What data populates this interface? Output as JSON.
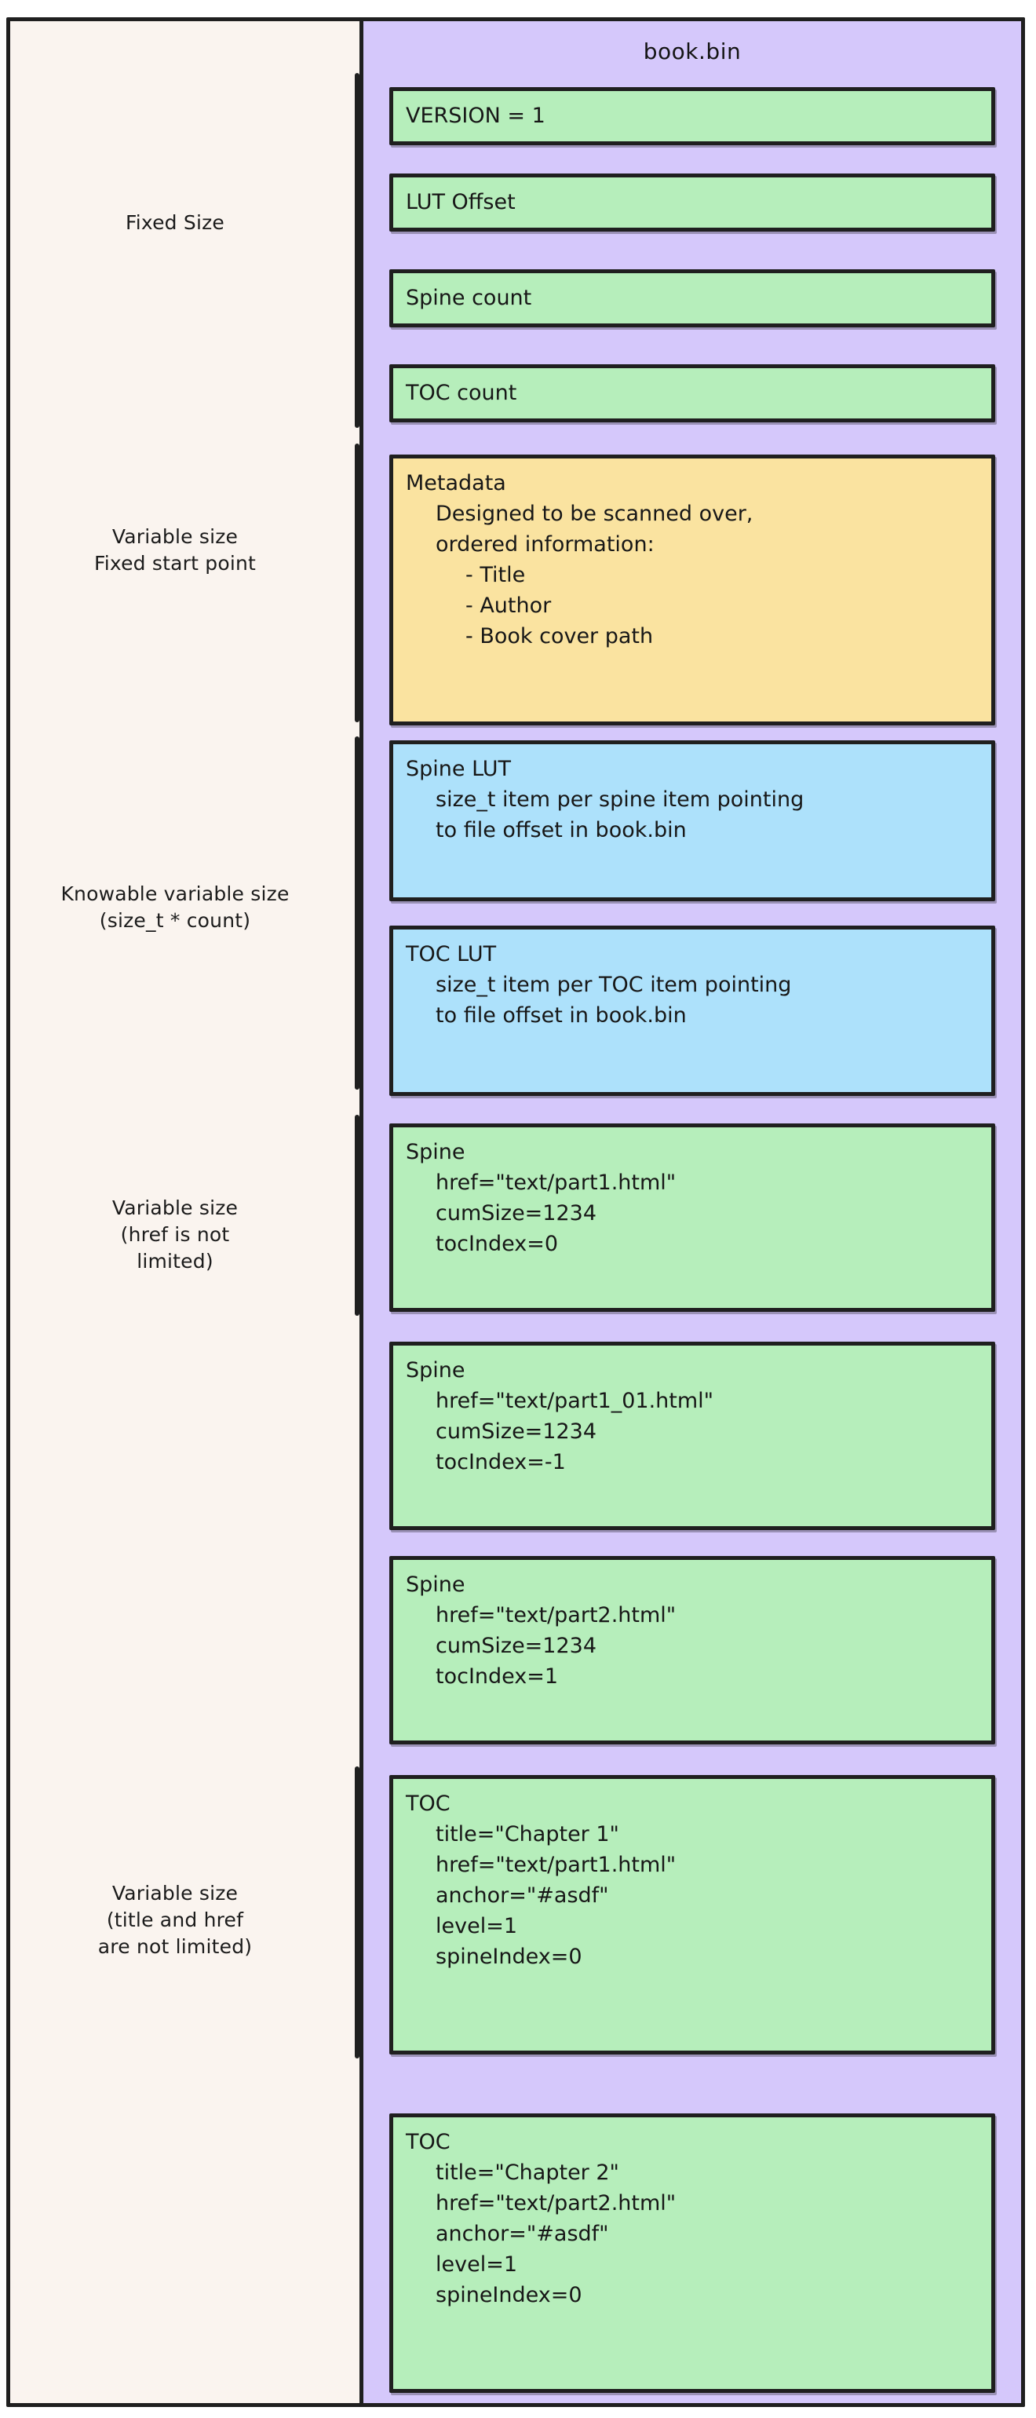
{
  "diagram": {
    "container_title": "book.bin",
    "colors": {
      "page_background": "#ffffff",
      "outer_panel": "#faf4ef",
      "container": "#d5c8fb",
      "green_record": "#b6eebb",
      "yellow_record": "#fae3a0",
      "blue_record": "#ade1fb",
      "stroke": "#1f1f1f"
    },
    "annotations": [
      {
        "id": "fixed-size",
        "lines": [
          "Fixed Size"
        ]
      },
      {
        "id": "variable-fixed-start",
        "lines": [
          "Variable size",
          "Fixed start point"
        ]
      },
      {
        "id": "knowable-variable",
        "lines": [
          "Knowable variable size",
          "(size_t * count)"
        ]
      },
      {
        "id": "variable-href",
        "lines": [
          "Variable size",
          "(href is not",
          "limited)"
        ]
      },
      {
        "id": "variable-title-href",
        "lines": [
          "Variable size",
          "(title and href",
          "are not limited)"
        ]
      }
    ],
    "records": [
      {
        "id": "version",
        "color": "green",
        "lines": [
          {
            "level": 0,
            "text": "VERSION = 1"
          }
        ]
      },
      {
        "id": "lut-offset",
        "color": "green",
        "lines": [
          {
            "level": 0,
            "text": "LUT Offset"
          }
        ]
      },
      {
        "id": "spine-count",
        "color": "green",
        "lines": [
          {
            "level": 0,
            "text": "Spine count"
          }
        ]
      },
      {
        "id": "toc-count",
        "color": "green",
        "lines": [
          {
            "level": 0,
            "text": "TOC count"
          }
        ]
      },
      {
        "id": "metadata",
        "color": "yellow",
        "lines": [
          {
            "level": 0,
            "text": "Metadata"
          },
          {
            "level": 1,
            "text": "Designed to be scanned over,"
          },
          {
            "level": 1,
            "text": "ordered information:"
          },
          {
            "level": 2,
            "text": "- Title"
          },
          {
            "level": 2,
            "text": "- Author"
          },
          {
            "level": 2,
            "text": "- Book cover path"
          }
        ]
      },
      {
        "id": "spine-lut",
        "color": "blue",
        "lines": [
          {
            "level": 0,
            "text": "Spine LUT"
          },
          {
            "level": 1,
            "text": "size_t item per spine item pointing"
          },
          {
            "level": 1,
            "text": "to file offset in book.bin"
          }
        ]
      },
      {
        "id": "toc-lut",
        "color": "blue",
        "lines": [
          {
            "level": 0,
            "text": "TOC LUT"
          },
          {
            "level": 1,
            "text": "size_t item per TOC item pointing"
          },
          {
            "level": 1,
            "text": "to file offset in book.bin"
          }
        ]
      },
      {
        "id": "spine-1",
        "color": "green",
        "lines": [
          {
            "level": 0,
            "text": "Spine"
          },
          {
            "level": 1,
            "text": "href=\"text/part1.html\""
          },
          {
            "level": 1,
            "text": "cumSize=1234"
          },
          {
            "level": 1,
            "text": "tocIndex=0"
          }
        ]
      },
      {
        "id": "spine-2",
        "color": "green",
        "lines": [
          {
            "level": 0,
            "text": "Spine"
          },
          {
            "level": 1,
            "text": "href=\"text/part1_01.html\""
          },
          {
            "level": 1,
            "text": "cumSize=1234"
          },
          {
            "level": 1,
            "text": "tocIndex=-1"
          }
        ]
      },
      {
        "id": "spine-3",
        "color": "green",
        "lines": [
          {
            "level": 0,
            "text": "Spine"
          },
          {
            "level": 1,
            "text": "href=\"text/part2.html\""
          },
          {
            "level": 1,
            "text": "cumSize=1234"
          },
          {
            "level": 1,
            "text": "tocIndex=1"
          }
        ]
      },
      {
        "id": "toc-1",
        "color": "green",
        "lines": [
          {
            "level": 0,
            "text": "TOC"
          },
          {
            "level": 1,
            "text": "title=\"Chapter 1\""
          },
          {
            "level": 1,
            "text": "href=\"text/part1.html\""
          },
          {
            "level": 1,
            "text": "anchor=\"#asdf\""
          },
          {
            "level": 1,
            "text": "level=1"
          },
          {
            "level": 1,
            "text": "spineIndex=0"
          }
        ]
      },
      {
        "id": "toc-2",
        "color": "green",
        "lines": [
          {
            "level": 0,
            "text": "TOC"
          },
          {
            "level": 1,
            "text": "title=\"Chapter 2\""
          },
          {
            "level": 1,
            "text": "href=\"text/part2.html\""
          },
          {
            "level": 1,
            "text": "anchor=\"#asdf\""
          },
          {
            "level": 1,
            "text": "level=1"
          },
          {
            "level": 1,
            "text": "spineIndex=0"
          }
        ]
      }
    ]
  }
}
